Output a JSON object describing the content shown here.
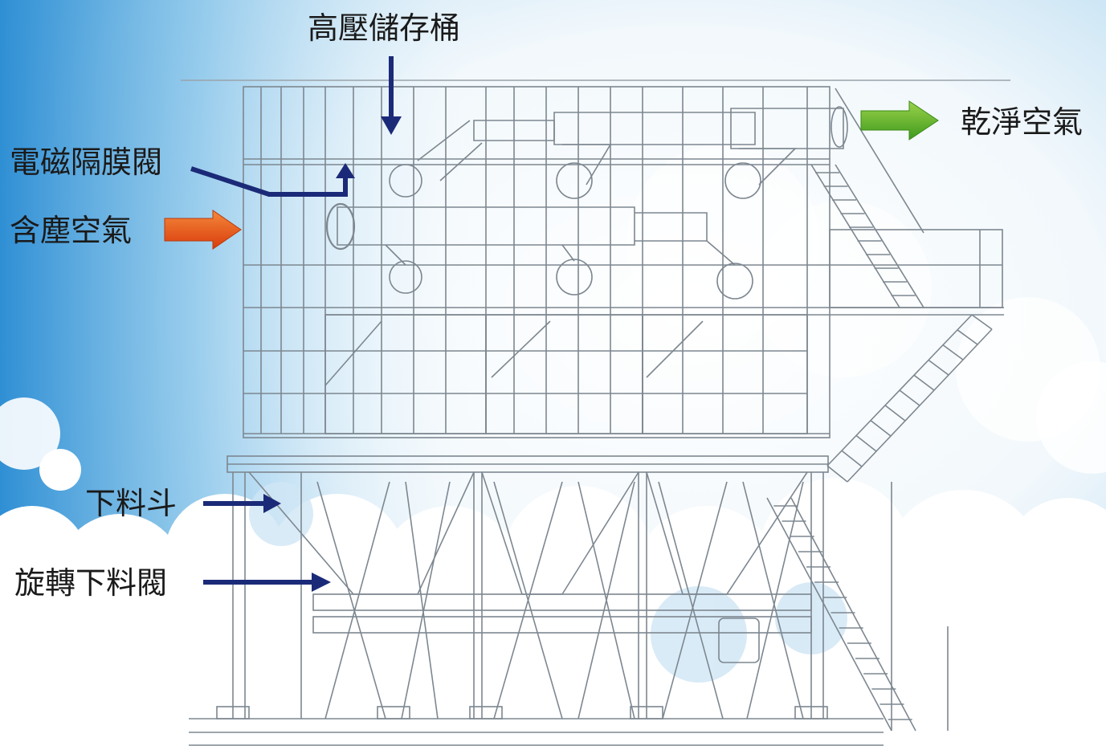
{
  "labels": {
    "pressure_tank": "高壓儲存桶",
    "solenoid_valve": "電磁隔膜閥",
    "dusty_air": "含塵空氣",
    "clean_air": "乾淨空氣",
    "hopper": "下料斗",
    "rotary_valve": "旋轉下料閥"
  },
  "colors": {
    "pointer_arrow": "#1b2a78",
    "inlet_arrow": "#e8541a",
    "outlet_arrow": "#5fae2a",
    "sky": "#3a9ad8",
    "linework": "#7d8790"
  },
  "icons": {
    "dusty_air": "orange-right-arrow",
    "clean_air": "green-right-arrow"
  }
}
